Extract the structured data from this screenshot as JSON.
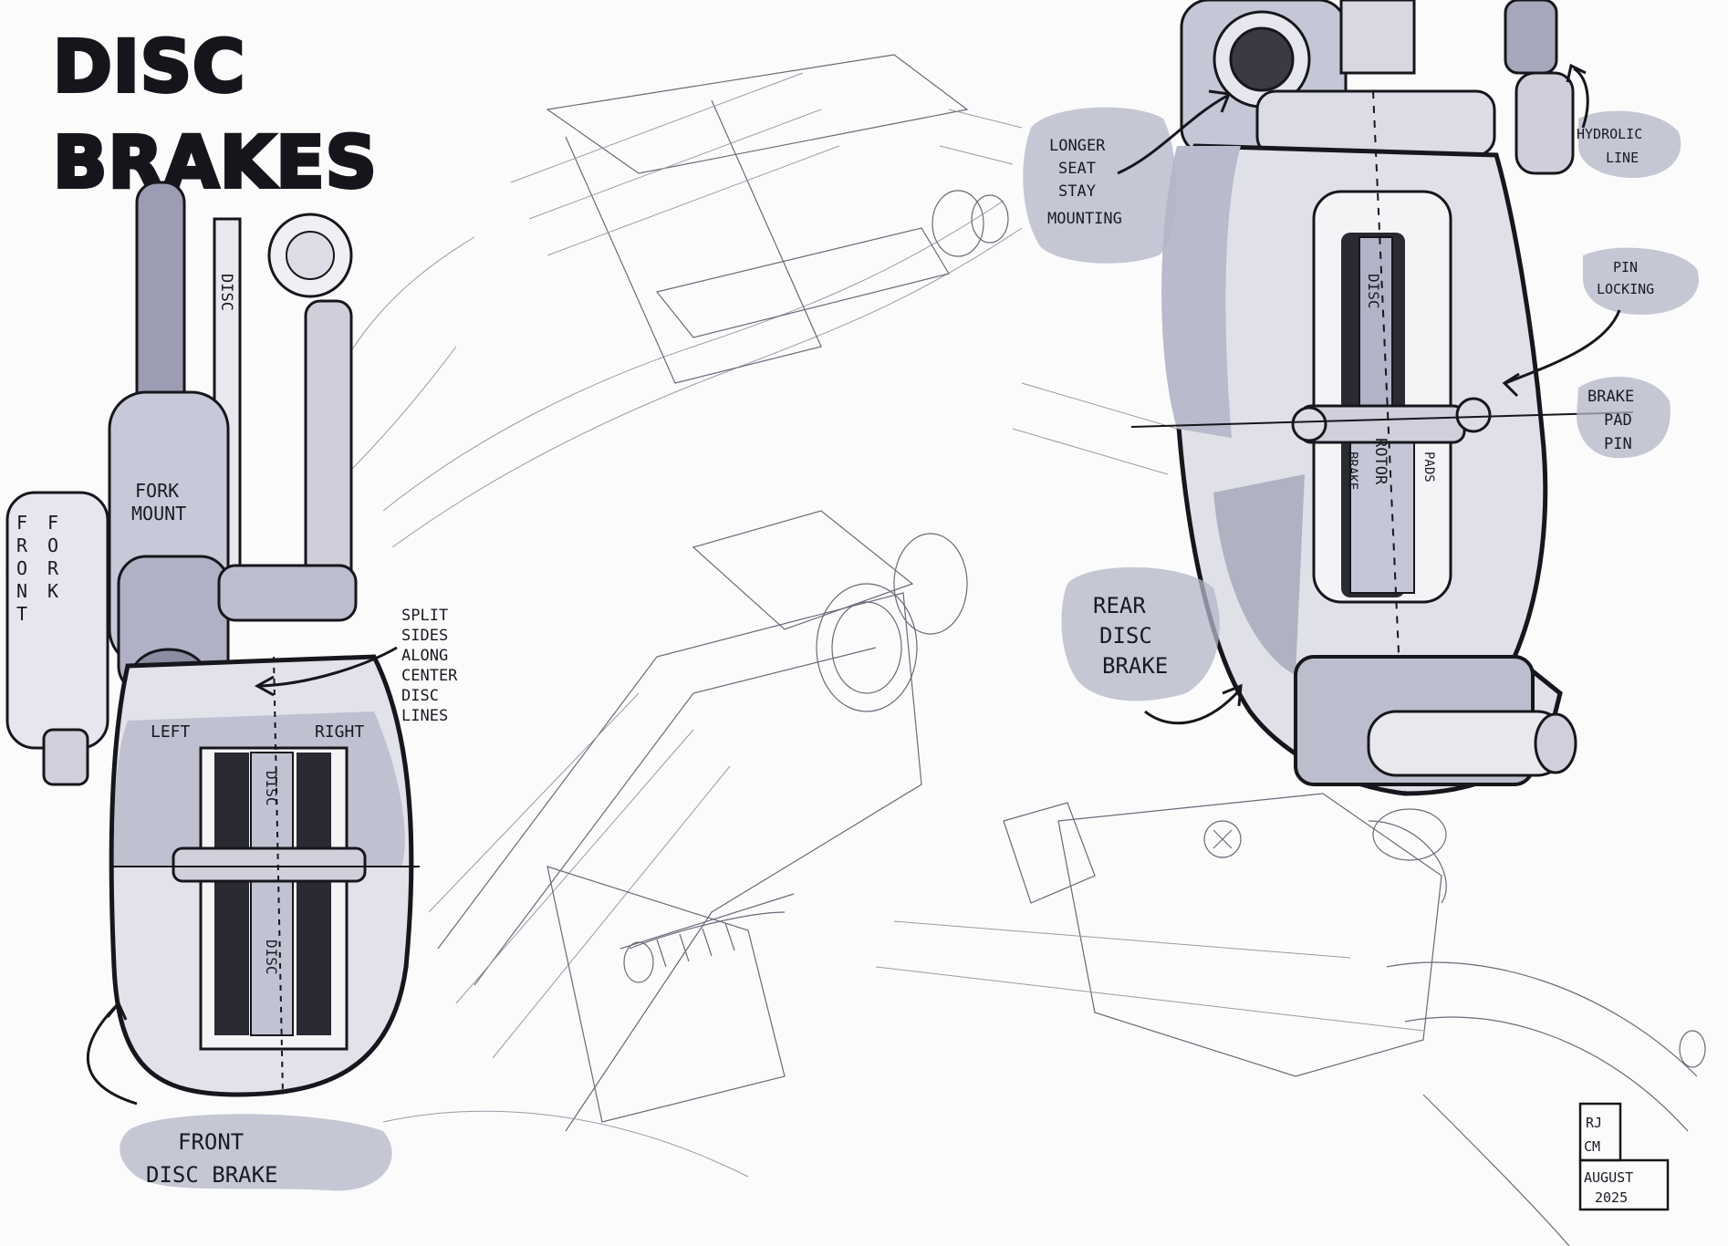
{
  "title": {
    "line1": "DISC",
    "line2": "BRAKES"
  },
  "labels": {
    "front_fork": [
      "FRONT",
      "FORK"
    ],
    "fork_mount": [
      "FORK",
      "MOUNT"
    ],
    "disc_top": "DISC",
    "split_sides": [
      "SPLIT",
      "SIDES",
      "ALONG",
      "CENTER",
      "DISC",
      "LINES"
    ],
    "left": "LEFT",
    "right": "RIGHT",
    "disc_front_upper": "DISC",
    "disc_front_lower": "DISC",
    "front_disc_brake": [
      "FRONT",
      "DISC BRAKE"
    ],
    "longer_seat_stay": [
      "LONGER",
      "SEAT",
      "STAY",
      "MOUNTING"
    ],
    "hydraulic_line": [
      "HYDROLIC",
      "LINE"
    ],
    "pin_locking": [
      "PIN",
      "LOCKING"
    ],
    "brake_pad_pin": [
      "BRAKE",
      "PAD",
      "PIN"
    ],
    "disc_rear": "DISC",
    "rotor": "ROTOR",
    "brake": "BRAKE",
    "pads": "PADS",
    "rear_disc_brake": [
      "REAR",
      "DISC",
      "BRAKE"
    ]
  },
  "signature": {
    "initials_top": "RJ",
    "initials_bottom": "CM",
    "month": "AUGUST",
    "year": "2025"
  },
  "colors": {
    "marker": "#b4b5c8",
    "marker_dark": "#6f7088",
    "ink": "#16161c",
    "paper": "#fbfbfc"
  }
}
